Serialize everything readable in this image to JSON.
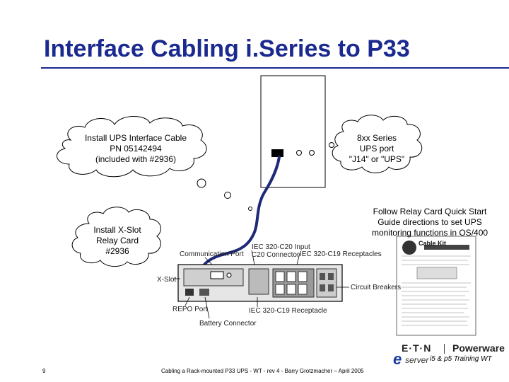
{
  "slide": {
    "title": "Interface Cabling i.Series to P33",
    "page_number": "9",
    "footer": "Cabling a Rack-mounted P33 UPS - WT - rev 4 - Barry Grotzmacher – April 2005"
  },
  "callouts": {
    "install_cable": [
      "Install UPS Interface Cable",
      "PN 05142494",
      "(included with #2936)"
    ],
    "series_port": [
      "8xx Series",
      "UPS port",
      "\"J14\" or \"UPS\""
    ],
    "xslot": [
      "Install X-Slot",
      "Relay Card",
      "#2936"
    ],
    "relay_card": [
      "Follow Relay Card Quick Start",
      "Guide directions to set UPS",
      "monitoring functions in OS/400"
    ]
  },
  "ups_panel": {
    "communication_port": "Communication Port",
    "iec_c20": "IEC 320-C20 Input",
    "iec_c20_2": "C20 Connector",
    "iec_c19": "IEC 320-C19 Receptacles",
    "x_slot": "X-Slot",
    "circuit_breakers": "Circuit Breakers",
    "repo_port": "REPO Port",
    "iec_c19_receptacle": "IEC 320-C19 Receptacle",
    "battery_connector": "Battery Connector"
  },
  "quick_start": {
    "title": "Cable Kit",
    "subtitle": "QUICK START GUIDE"
  },
  "branding": {
    "eaton": "E·T·N",
    "powerware": "Powerware",
    "eserver_e": "e",
    "eserver": "server",
    "training": "i5 & p5 Training WT"
  },
  "colors": {
    "title": "#1a2a8f",
    "cable": "#1e2a78"
  }
}
